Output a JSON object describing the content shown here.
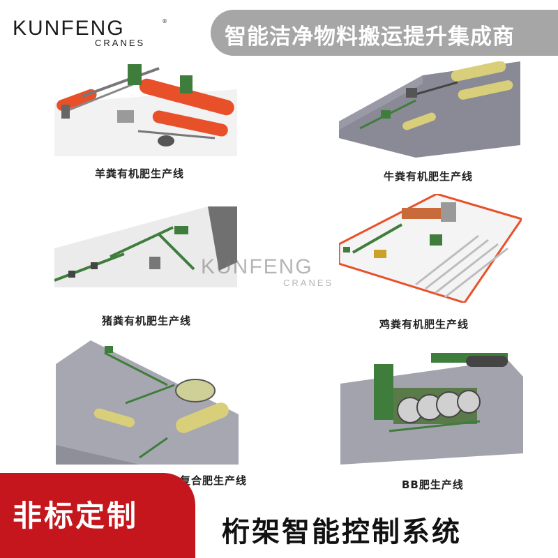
{
  "header": {
    "brand": "KUNFENG",
    "brand_sub": "CRANES",
    "registered_mark": "®",
    "slogan": "智能洁净物料搬运提升集成商"
  },
  "panels": [
    {
      "caption": "羊粪有机肥生产线"
    },
    {
      "caption": "牛粪有机肥生产线"
    },
    {
      "caption": "猪粪有机肥生产线"
    },
    {
      "caption": "鸡粪有机肥生产线"
    },
    {
      "caption": "复合肥生产线"
    },
    {
      "caption": "BB肥生产线"
    }
  ],
  "watermark": {
    "brand": "KUNFENG",
    "brand_sub": "CRANES"
  },
  "footer": {
    "left_label": "非标定制",
    "right_label": "桁架智能控制系统"
  },
  "colors": {
    "banner_gray": "#a6a6a6",
    "accent_red": "#c4161c",
    "machine_orange": "#e8502a",
    "machine_green": "#3f7d3c",
    "machine_yellow": "#d9cf7a"
  }
}
